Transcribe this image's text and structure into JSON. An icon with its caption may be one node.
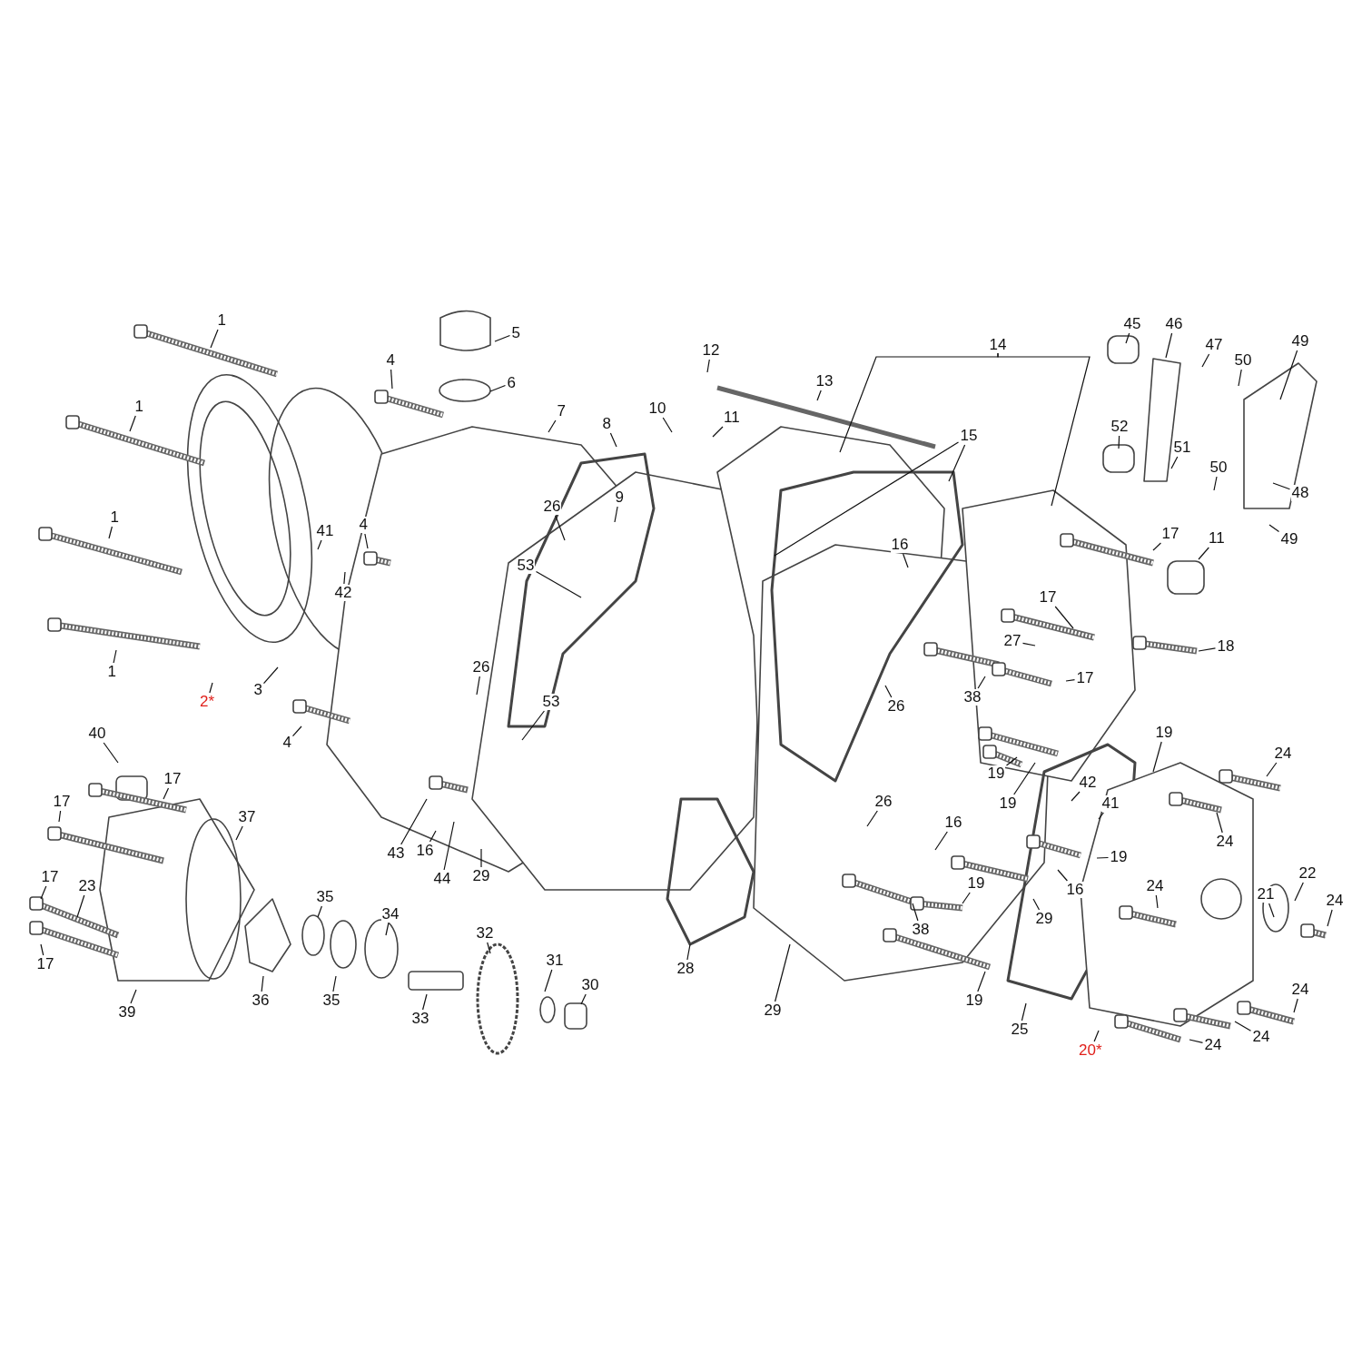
{
  "diagram": {
    "nodes": [
      {
        "text": [
          "1"
        ]
      },
      {
        "text": [
          "1"
        ]
      },
      {
        "text": [
          "1"
        ]
      },
      {
        "text": [
          "1"
        ]
      },
      {
        "text": [
          "2*"
        ]
      },
      {
        "text": [
          "3"
        ]
      },
      {
        "text": [
          "4"
        ]
      },
      {
        "text": [
          "5"
        ]
      },
      {
        "text": [
          "6"
        ]
      },
      {
        "text": [
          "7"
        ]
      },
      {
        "text": [
          "8"
        ]
      },
      {
        "text": [
          "9"
        ]
      },
      {
        "text": [
          "10"
        ]
      },
      {
        "text": [
          "11"
        ]
      },
      {
        "text": [
          "12"
        ]
      },
      {
        "text": [
          "13"
        ]
      },
      {
        "text": [
          "14"
        ]
      },
      {
        "text": [
          "15"
        ]
      },
      {
        "text": [
          "26"
        ]
      },
      {
        "text": [
          "53"
        ]
      },
      {
        "text": [
          "41"
        ]
      },
      {
        "text": [
          "4"
        ]
      },
      {
        "text": [
          "42"
        ]
      },
      {
        "text": [
          "26"
        ]
      },
      {
        "text": [
          "53"
        ]
      },
      {
        "text": [
          "4"
        ]
      },
      {
        "text": [
          "16"
        ]
      },
      {
        "text": [
          "17"
        ]
      },
      {
        "text": [
          "11"
        ]
      },
      {
        "text": [
          "17"
        ]
      },
      {
        "text": [
          "27"
        ]
      },
      {
        "text": [
          "17"
        ]
      },
      {
        "text": [
          "18"
        ]
      },
      {
        "text": [
          "38"
        ]
      },
      {
        "text": [
          "26"
        ]
      },
      {
        "text": [
          "45"
        ]
      },
      {
        "text": [
          "46"
        ]
      },
      {
        "text": [
          "47"
        ]
      },
      {
        "text": [
          "49"
        ]
      },
      {
        "text": [
          "50"
        ]
      },
      {
        "text": [
          "52"
        ]
      },
      {
        "text": [
          "51"
        ]
      },
      {
        "text": [
          "50"
        ]
      },
      {
        "text": [
          "48"
        ]
      },
      {
        "text": [
          "49"
        ]
      },
      {
        "text": [
          "19"
        ]
      },
      {
        "text": [
          "24"
        ]
      },
      {
        "text": [
          "19"
        ]
      },
      {
        "text": [
          "19"
        ]
      },
      {
        "text": [
          "42"
        ]
      },
      {
        "text": [
          "41"
        ]
      },
      {
        "text": [
          "24"
        ]
      },
      {
        "text": [
          "19"
        ]
      },
      {
        "text": [
          "16"
        ]
      },
      {
        "text": [
          "26"
        ]
      },
      {
        "text": [
          "16"
        ]
      },
      {
        "text": [
          "29"
        ]
      },
      {
        "text": [
          "21"
        ]
      },
      {
        "text": [
          "22"
        ]
      },
      {
        "text": [
          "24"
        ]
      },
      {
        "text": [
          "24"
        ]
      },
      {
        "text": [
          "19"
        ]
      },
      {
        "text": [
          "38"
        ]
      },
      {
        "text": [
          "19"
        ]
      },
      {
        "text": [
          "25"
        ]
      },
      {
        "text": [
          "20*"
        ]
      },
      {
        "text": [
          "24"
        ]
      },
      {
        "text": [
          "24"
        ]
      },
      {
        "text": [
          "24"
        ]
      },
      {
        "text": [
          "40"
        ]
      },
      {
        "text": [
          "17"
        ]
      },
      {
        "text": [
          "37"
        ]
      },
      {
        "text": [
          "17"
        ]
      },
      {
        "text": [
          "17"
        ]
      },
      {
        "text": [
          "23"
        ]
      },
      {
        "text": [
          "17"
        ]
      },
      {
        "text": [
          "39"
        ]
      },
      {
        "text": [
          "36"
        ]
      },
      {
        "text": [
          "35"
        ]
      },
      {
        "text": [
          "35"
        ]
      },
      {
        "text": [
          "34"
        ]
      },
      {
        "text": [
          "33"
        ]
      },
      {
        "text": [
          "32"
        ]
      },
      {
        "text": [
          "31"
        ]
      },
      {
        "text": [
          "30"
        ]
      },
      {
        "text": [
          "28"
        ]
      },
      {
        "text": [
          "29"
        ]
      },
      {
        "text": [
          "29"
        ]
      },
      {
        "text": [
          "44"
        ]
      },
      {
        "text": [
          "16"
        ]
      },
      {
        "text": [
          "43"
        ]
      }
    ],
    "edges": [
      {
        "from": 0,
        "to": null,
        "arrow": "none"
      },
      {
        "from": 1,
        "to": null,
        "arrow": "none"
      },
      {
        "from": 2,
        "to": null,
        "arrow": "none"
      },
      {
        "from": 3,
        "to": null,
        "arrow": "none"
      },
      {
        "from": 4,
        "to": null,
        "arrow": "none"
      },
      {
        "from": 5,
        "to": null,
        "arrow": "none"
      },
      {
        "from": 6,
        "to": null,
        "arrow": "none"
      },
      {
        "from": 7,
        "to": null,
        "arrow": "none"
      },
      {
        "from": 8,
        "to": null,
        "arrow": "none"
      },
      {
        "from": 9,
        "to": null,
        "arrow": "none"
      },
      {
        "from": 10,
        "to": null,
        "arrow": "none"
      },
      {
        "from": 11,
        "to": null,
        "arrow": "none"
      },
      {
        "from": 12,
        "to": null,
        "arrow": "none"
      },
      {
        "from": 13,
        "to": null,
        "arrow": "none"
      },
      {
        "from": 14,
        "to": null,
        "arrow": "none"
      },
      {
        "from": 15,
        "to": null,
        "arrow": "none"
      },
      {
        "from": 16,
        "to": null,
        "arrow": "none"
      },
      {
        "from": 16,
        "to": null,
        "arrow": "none"
      },
      {
        "from": 17,
        "to": null,
        "arrow": "none"
      },
      {
        "from": 17,
        "to": null,
        "arrow": "none"
      },
      {
        "from": 18,
        "to": null,
        "arrow": "none"
      },
      {
        "from": 19,
        "to": null,
        "arrow": "none"
      },
      {
        "from": 20,
        "to": null,
        "arrow": "none"
      },
      {
        "from": 21,
        "to": null,
        "arrow": "none"
      },
      {
        "from": 22,
        "to": null,
        "arrow": "none"
      },
      {
        "from": 23,
        "to": null,
        "arrow": "none"
      },
      {
        "from": 24,
        "to": null,
        "arrow": "none"
      },
      {
        "from": 25,
        "to": null,
        "arrow": "none"
      },
      {
        "from": 26,
        "to": null,
        "arrow": "none"
      },
      {
        "from": 27,
        "to": null,
        "arrow": "none"
      },
      {
        "from": 28,
        "to": null,
        "arrow": "none"
      },
      {
        "from": 29,
        "to": null,
        "arrow": "none"
      },
      {
        "from": 30,
        "to": null,
        "arrow": "none"
      },
      {
        "from": 31,
        "to": null,
        "arrow": "none"
      },
      {
        "from": 32,
        "to": null,
        "arrow": "none"
      },
      {
        "from": 33,
        "to": null,
        "arrow": "none"
      },
      {
        "from": 34,
        "to": null,
        "arrow": "none"
      },
      {
        "from": 35,
        "to": null,
        "arrow": "none"
      },
      {
        "from": 36,
        "to": null,
        "arrow": "none"
      },
      {
        "from": 37,
        "to": null,
        "arrow": "none"
      },
      {
        "from": 38,
        "to": null,
        "arrow": "none"
      },
      {
        "from": 39,
        "to": null,
        "arrow": "none"
      },
      {
        "from": 40,
        "to": null,
        "arrow": "none"
      },
      {
        "from": 41,
        "to": null,
        "arrow": "none"
      },
      {
        "from": 42,
        "to": null,
        "arrow": "none"
      },
      {
        "from": 43,
        "to": null,
        "arrow": "none"
      },
      {
        "from": 44,
        "to": null,
        "arrow": "none"
      },
      {
        "from": 45,
        "to": null,
        "arrow": "none"
      },
      {
        "from": 46,
        "to": null,
        "arrow": "none"
      },
      {
        "from": 47,
        "to": null,
        "arrow": "none"
      },
      {
        "from": 48,
        "to": null,
        "arrow": "none"
      },
      {
        "from": 49,
        "to": null,
        "arrow": "none"
      },
      {
        "from": 50,
        "to": null,
        "arrow": "none"
      },
      {
        "from": 51,
        "to": null,
        "arrow": "none"
      },
      {
        "from": 52,
        "to": null,
        "arrow": "none"
      },
      {
        "from": 53,
        "to": null,
        "arrow": "none"
      },
      {
        "from": 54,
        "to": null,
        "arrow": "none"
      },
      {
        "from": 55,
        "to": null,
        "arrow": "none"
      },
      {
        "from": 56,
        "to": null,
        "arrow": "none"
      },
      {
        "from": 57,
        "to": null,
        "arrow": "none"
      },
      {
        "from": 58,
        "to": null,
        "arrow": "none"
      },
      {
        "from": 59,
        "to": null,
        "arrow": "none"
      },
      {
        "from": 60,
        "to": null,
        "arrow": "none"
      },
      {
        "from": 61,
        "to": null,
        "arrow": "none"
      },
      {
        "from": 62,
        "to": null,
        "arrow": "none"
      },
      {
        "from": 63,
        "to": null,
        "arrow": "none"
      },
      {
        "from": 64,
        "to": null,
        "arrow": "none"
      },
      {
        "from": 65,
        "to": null,
        "arrow": "none"
      },
      {
        "from": 66,
        "to": null,
        "arrow": "none"
      },
      {
        "from": 67,
        "to": null,
        "arrow": "none"
      },
      {
        "from": 68,
        "to": null,
        "arrow": "none"
      },
      {
        "from": 69,
        "to": null,
        "arrow": "none"
      },
      {
        "from": 70,
        "to": null,
        "arrow": "none"
      },
      {
        "from": 71,
        "to": null,
        "arrow": "none"
      },
      {
        "from": 72,
        "to": null,
        "arrow": "none"
      },
      {
        "from": 73,
        "to": null,
        "arrow": "none"
      },
      {
        "from": 74,
        "to": null,
        "arrow": "none"
      },
      {
        "from": 75,
        "to": null,
        "arrow": "none"
      },
      {
        "from": 76,
        "to": null,
        "arrow": "none"
      },
      {
        "from": 77,
        "to": null,
        "arrow": "none"
      },
      {
        "from": 78,
        "to": null,
        "arrow": "none"
      },
      {
        "from": 79,
        "to": null,
        "arrow": "none"
      },
      {
        "from": 80,
        "to": null,
        "arrow": "none"
      },
      {
        "from": 81,
        "to": null,
        "arrow": "none"
      },
      {
        "from": 82,
        "to": null,
        "arrow": "none"
      },
      {
        "from": 83,
        "to": null,
        "arrow": "none"
      },
      {
        "from": 84,
        "to": null,
        "arrow": "none"
      },
      {
        "from": 85,
        "to": null,
        "arrow": "none"
      },
      {
        "from": 86,
        "to": null,
        "arrow": "none"
      },
      {
        "from": 87,
        "to": null,
        "arrow": "none"
      },
      {
        "from": 88,
        "to": null,
        "arrow": "none"
      },
      {
        "from": 89,
        "to": null,
        "arrow": "none"
      },
      {
        "from": 90,
        "to": null,
        "arrow": "none"
      }
    ]
  }
}
